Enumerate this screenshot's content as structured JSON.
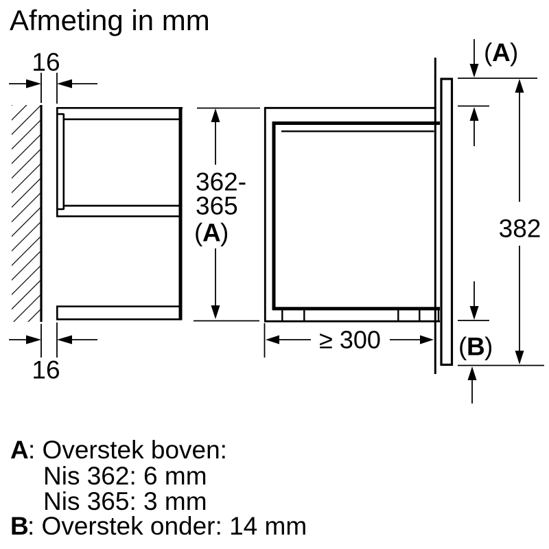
{
  "title": "Afmeting in mm",
  "colors": {
    "line": "#000000",
    "background": "#ffffff"
  },
  "left_view": {
    "dim_top_gap": "16",
    "dim_bottom_gap": "16",
    "dim_niche_height": {
      "line1": "362-",
      "line2": "365",
      "ref_open": "(",
      "ref_letter": "A",
      "ref_close": ")"
    }
  },
  "right_view": {
    "dim_overhang_top": {
      "open": "(",
      "letter": "A",
      "close": ")"
    },
    "dim_height": "382",
    "dim_min_depth": "≥ 300",
    "dim_overhang_bottom": {
      "open": "(",
      "letter": "B",
      "close": ")"
    }
  },
  "legend": {
    "item_a": {
      "letter": "A",
      "text": ": Overstek boven:"
    },
    "item_a_sub1": "Nis 362: 6 mm",
    "item_a_sub2": "Nis 365: 3 mm",
    "item_b": {
      "letter": "B",
      "text": ": Overstek onder: 14 mm"
    }
  }
}
